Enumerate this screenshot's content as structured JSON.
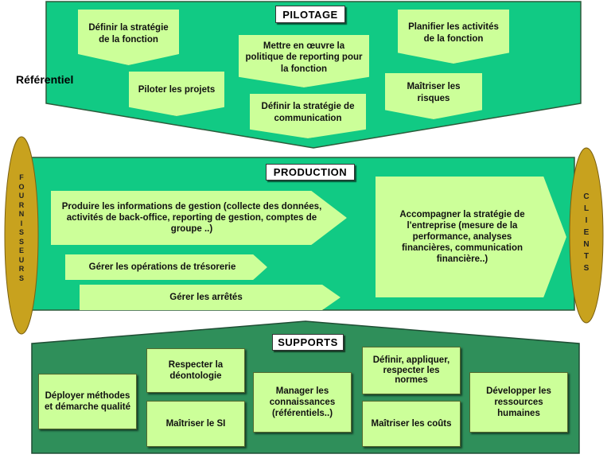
{
  "sections": {
    "pilotage": {
      "title": "PILOTAGE",
      "color": "#11ca84",
      "items": [
        "Définir la stratégie de la fonction",
        "Mettre en œuvre la politique de reporting pour la fonction",
        "Planifier les activités de la fonction",
        "Piloter les projets",
        "Définir la stratégie de communication",
        "Maîtriser les risques"
      ]
    },
    "production": {
      "title": "PRODUCTION",
      "color": "#11ca84",
      "items": [
        "Produire les informations de gestion (collecte des données, activités de back-office, reporting de gestion, comptes de groupe ..)",
        "Gérer les opérations de trésorerie",
        "Gérer les arrêtés",
        "Accompagner la stratégie de l'entreprise (mesure de la performance, analyses financières, communication financière..)"
      ]
    },
    "supports": {
      "title": "SUPPORTS",
      "color": "#2f8f5a",
      "items": [
        "Déployer méthodes et démarche qualité",
        "Respecter la déontologie",
        "Maîtriser le SI",
        "Manager les connaissances (référentiels..)",
        "Définir, appliquer, respecter les normes",
        "Maîtriser les coûts",
        "Développer les ressources humaines"
      ]
    }
  },
  "side_labels": {
    "left": "FOURNISSEURS",
    "right": "CLIENTS",
    "ellipse_color": "#c8a21e"
  },
  "referentiel": "Référentiel",
  "box_color": "#ccff99"
}
